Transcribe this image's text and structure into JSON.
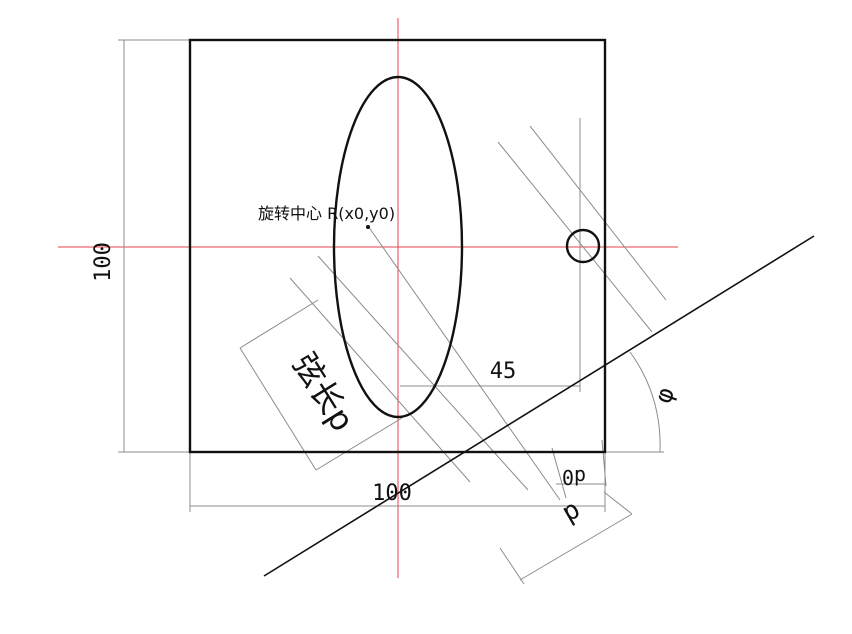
{
  "dimensions": {
    "height_label": "100",
    "width_label": "100",
    "offset_label": "45",
    "d_label": "d",
    "d0_label": "d0",
    "angle_label": "φ"
  },
  "annotations": {
    "rotation_center": "旋转中心 R(x0,y0)",
    "chord_length": "弦长p"
  },
  "colors": {
    "outline": "#111111",
    "thin_line": "#8c8c8c",
    "centerline": "#e8434b"
  }
}
